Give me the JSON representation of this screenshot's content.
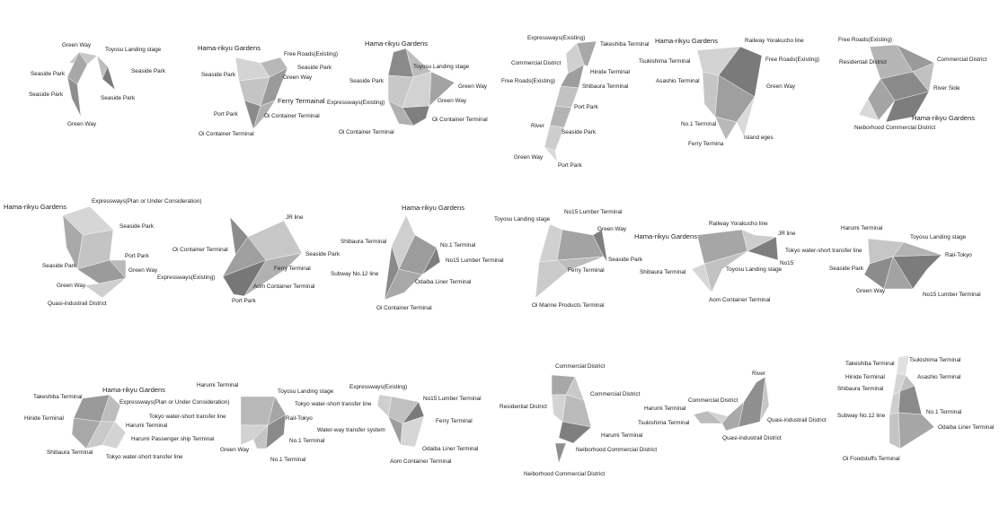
{
  "palette": {
    "light": "#d9d9d9",
    "mid": "#b3b3b3",
    "dark": "#8c8c8c",
    "darker": "#6f6f6f",
    "pale": "#e8e8e8"
  },
  "diagrams": [
    {
      "labels": [
        "Green Way",
        "Toyosu Landing stage",
        "Seaside Park",
        "Seaside Park",
        "Seaside Park",
        "Seaside Park",
        "Green Way"
      ]
    },
    {
      "labels": [
        "Hama-rikyu Gardens",
        "Free Roads(Existing)",
        "Seaside Park",
        "Seaside Park",
        "Green Way",
        "Ferry Termainal",
        "Port Park",
        "Oi Container Terminal",
        "Oi Container Terminal"
      ]
    },
    {
      "labels": [
        "Hama-rikyu Gardens",
        "Toyosu Landing stage",
        "Seaside Park",
        "Green Way",
        "Green Way",
        "Expressways(Existing)",
        "Oi Container Terminal",
        "Oi Container Terminal"
      ]
    },
    {
      "labels": [
        "Expressways(Existing)",
        "Takeshiba Terminal",
        "Commercial District",
        "Hinide Terminal",
        "Free Roads(Existing)",
        "Shibaura Terminal",
        "Port Park",
        "River",
        "Seaside Park",
        "Green Way",
        "Port Park"
      ]
    },
    {
      "labels": [
        "Hama-rikyu Gardens",
        "Railway Yorakucho line",
        "Tsukishima Terminal",
        "Free Roads(Existing)",
        "Asashio Terminal",
        "Green Way",
        "No.1 Terminal",
        "Island eges",
        "Ferry Termina"
      ]
    },
    {
      "labels": [
        "Free Roads(Existing)",
        "Residentail District",
        "Commercial District",
        "River Side",
        "Hama-rikyu Gardens",
        "Neiborhood Commercial District"
      ]
    },
    {
      "labels": [
        "Expressways(Plan or Under Consideration)",
        "Hama-rikyu Gardens",
        "Seaside Park",
        "Port Park",
        "Seaside Park",
        "Green Way",
        "Green Way",
        "Quasi-industrail District"
      ]
    },
    {
      "labels": [
        "JR line",
        "Oi Container Terminal",
        "Seaside Park",
        "Ferry Terminal",
        "Expressways(Existing)",
        "Aom Container Terminal",
        "Port Park"
      ]
    },
    {
      "labels": [
        "Hama-rikyu Gardens",
        "Shibaura Terminal",
        "No.1 Terminal",
        "No15 Lumber Terminal",
        "Subway No.12 line",
        "Odaiba Liner Terminal",
        "Oi Container Terminal"
      ]
    },
    {
      "labels": [
        "No15 Lumber Terminal",
        "Toyosu Landing stage",
        "Green Way",
        "Seaside Park",
        "Ferry Terminal",
        "Oi Marine Products Terminal"
      ]
    },
    {
      "labels": [
        "Railway Yorakucho line",
        "Hama-rikyu Gardens",
        "JR line",
        "No15",
        "Shibaura Terminal",
        "Toyosu Landing stage",
        "Aom Container Terminal"
      ]
    },
    {
      "labels": [
        "Harumi Terminal",
        "Toyosu Landing stage",
        "Tokyo water-short transfer line",
        "Rail-Tokyo",
        "Seaside Park",
        "Green Way",
        "No15 Lumber Terminal"
      ]
    },
    {
      "labels": [
        "Takeshiba Terminal",
        "Hama-rikyu Gardens",
        "Expressways(Plan or Under Consideration)",
        "Hinide Terminal",
        "Tokyo water-short transfer line",
        "Harumi Terminal",
        "Harumi Passenger ship Terminal",
        "Shibaura Terminal",
        "Tokyo water-short transfer line"
      ]
    },
    {
      "labels": [
        "Harumi Terminal",
        "Toyosu Landing stage",
        "Tokyo water-short transfer line",
        "Rail-Tokyo",
        "No.1 Terminal",
        "Green Way",
        "No.1 Terminal"
      ]
    },
    {
      "labels": [
        "Expressways(Existing)",
        "No15 Lumber Terminal",
        "Ferry Terminal",
        "Water-way transfer system",
        "Odaiba Liner Terminal",
        "Aom Container Terminal"
      ]
    },
    {
      "labels": [
        "Commercial District",
        "Commercial District",
        "Residential District",
        "Harumi Terminal",
        "Neiborhood Commercial District",
        "Neiborhood Commercial District"
      ]
    },
    {
      "labels": [
        "River",
        "Commercial District",
        "Harumi Terminal",
        "Tsukishima Terminal",
        "Quasi-industrail District",
        "Quasi-industrail District"
      ]
    },
    {
      "labels": [
        "Takeshiba Terminal",
        "Tsukishima Terminal",
        "Hinide Terminal",
        "Asashio Terminal",
        "Shibaura Terminal",
        "No.1 Terminal",
        "Subway No.12 line",
        "Odaiba Liner Terminal",
        "Oi Foodstuffs Terminal"
      ]
    }
  ]
}
